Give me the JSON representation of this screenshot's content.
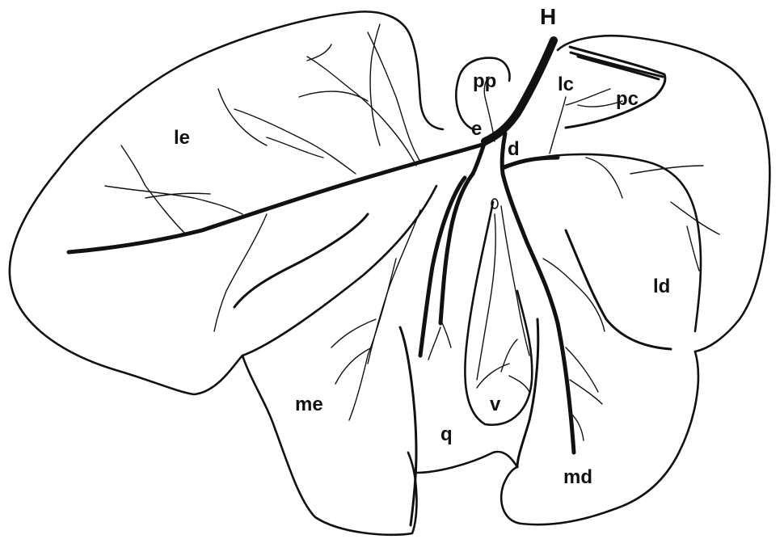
{
  "diagram": {
    "labels": {
      "H": "H",
      "pp": "pp",
      "lc": "lc",
      "pc": "pc",
      "e": "e",
      "d": "d",
      "le": "le",
      "ld": "ld",
      "me": "me",
      "q": "q",
      "v": "v",
      "md": "md"
    }
  }
}
